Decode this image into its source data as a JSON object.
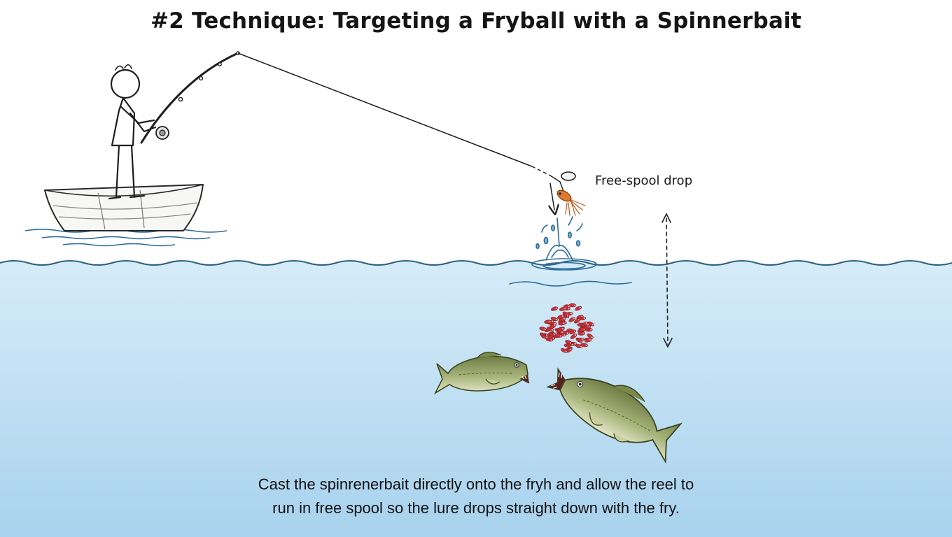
{
  "title": "#2 Technique: Targeting a Fryball with a Spinnerbait",
  "labels": {
    "free_spool_drop": "Free-spool drop"
  },
  "caption": {
    "line1": "Cast the spinrenerbait directly onto the fryh and allow the reel to",
    "line2": "run in free spool so the lure drops straight down with the fry."
  },
  "colors": {
    "water_top": "#cfe8f6",
    "water_bottom": "#a9d3ee",
    "wave": "#2a5f80",
    "fry": "#c8323a",
    "bass": "#98a668",
    "lure_body": "#e07a2e"
  },
  "icons": [
    "angler-figure",
    "rowboat",
    "spinnerbait-lure",
    "splash",
    "fryball",
    "bass-fish"
  ]
}
